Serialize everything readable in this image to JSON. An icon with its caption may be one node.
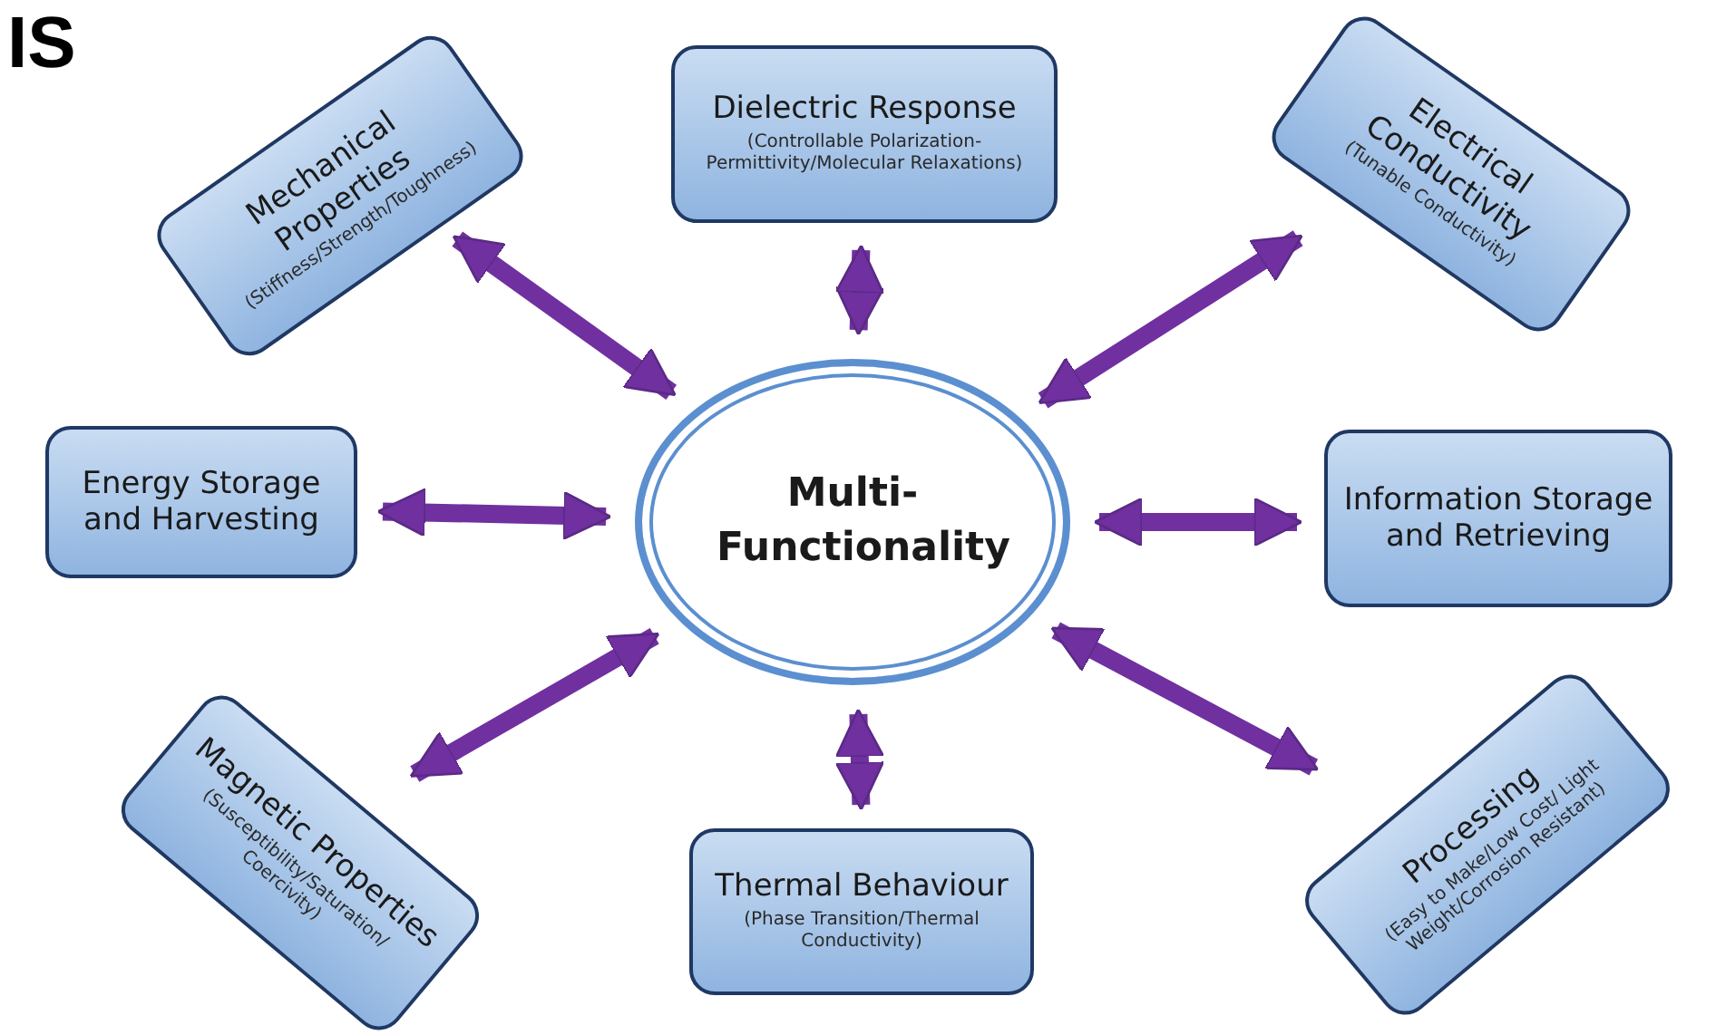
{
  "diagram": {
    "nodes": [
      {
        "text": [
          "Multi- Functionality"
        ]
      },
      {
        "text": [
          "Mechanical Properties",
          "(Stiffness/Strength/Toughness)"
        ]
      },
      {
        "text": [
          "Dielectric Response",
          "(Controllable Polarization- Permittivity/Molecular Relaxations)"
        ]
      },
      {
        "text": [
          "Electrical Conductivity",
          "(Tunable Conductivity)"
        ]
      },
      {
        "text": [
          "Energy Storage and Harvesting"
        ]
      },
      {
        "text": [
          "Information Storage and Retrieving"
        ]
      },
      {
        "text": [
          "Magnetic Properties",
          "(Susceptibility/Saturation/ Coercivity)"
        ]
      },
      {
        "text": [
          "Thermal Behaviour",
          "(Phase Transition/Thermal Conductivity)"
        ]
      },
      {
        "text": [
          "Processing",
          "(Easy to Make/Low Cost/ Light Weight/Corrosion Resistant)"
        ]
      }
    ],
    "edges": [
      {
        "from": 0,
        "to": 1,
        "arrow": "both"
      },
      {
        "from": 0,
        "to": 2,
        "arrow": "both"
      },
      {
        "from": 0,
        "to": 3,
        "arrow": "both"
      },
      {
        "from": 0,
        "to": 4,
        "arrow": "both"
      },
      {
        "from": 0,
        "to": 5,
        "arrow": "both"
      },
      {
        "from": 0,
        "to": 6,
        "arrow": "both"
      },
      {
        "from": 0,
        "to": 7,
        "arrow": "both"
      },
      {
        "from": 0,
        "to": 8,
        "arrow": "both"
      }
    ],
    "labels": [
      "IS"
    ]
  }
}
